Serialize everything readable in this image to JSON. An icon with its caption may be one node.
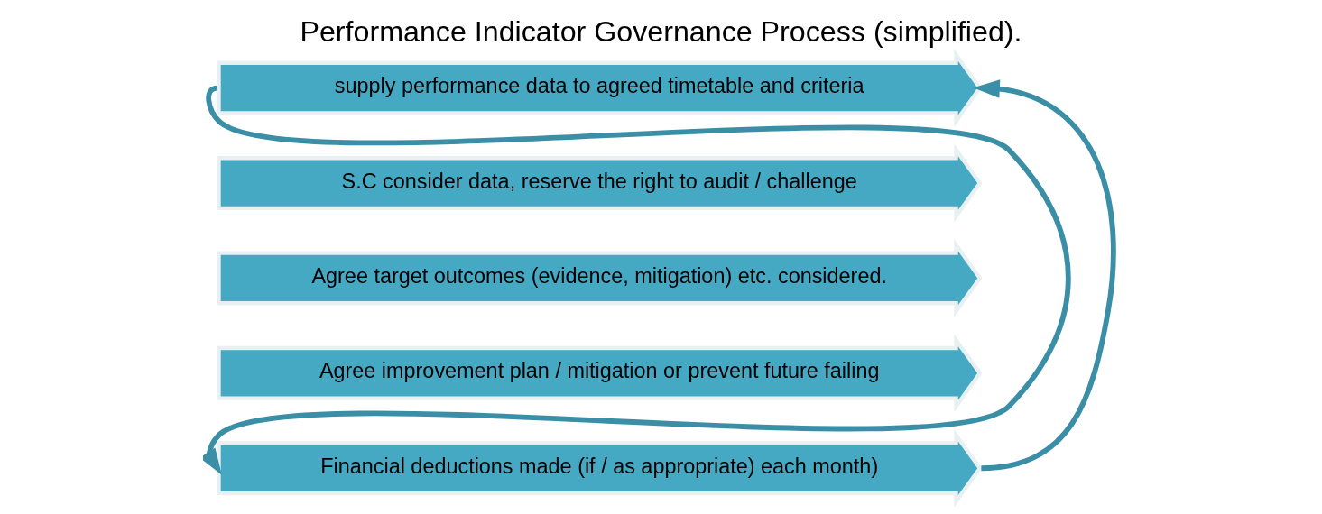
{
  "diagram": {
    "title": "Performance Indicator Governance Process (simplified).",
    "nodes": [
      {
        "text": [
          "supply performance data to agreed timetable and criteria"
        ]
      },
      {
        "text": [
          "S.C consider data, reserve the right to audit / challenge"
        ]
      },
      {
        "text": [
          "Agree target outcomes (evidence, mitigation) etc. considered."
        ]
      },
      {
        "text": [
          "Agree improvement plan / mitigation or prevent future failing"
        ]
      },
      {
        "text": [
          "Financial deductions made (if / as appropriate) each month)"
        ]
      }
    ],
    "edges": [
      {
        "from": 0,
        "to": 4,
        "arrow": "to"
      },
      {
        "from": 4,
        "to": 0,
        "arrow": "to"
      }
    ]
  }
}
